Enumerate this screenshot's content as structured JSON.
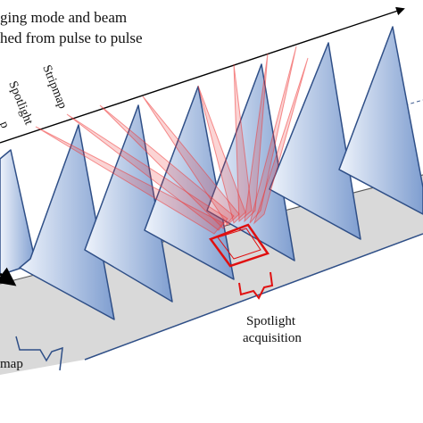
{
  "header_text": {
    "line1": "ging mode and beam",
    "line2": "hed from pulse to pulse"
  },
  "mode_labels": {
    "stripmap": "Stripmap",
    "spotlight": "Spotlight",
    "partial": "p"
  },
  "spotlight_acquisition": {
    "line1": "Spotlight",
    "line2": "acquisition"
  },
  "bottom_left_label": "map",
  "colors": {
    "ground": "#d9d9d9",
    "wedge_light": "#eaf0fa",
    "wedge_dark": "#7f9ed0",
    "wedge_edge": "#2f4f87",
    "beam": "#ef3b3b",
    "arrow": "#000000"
  }
}
